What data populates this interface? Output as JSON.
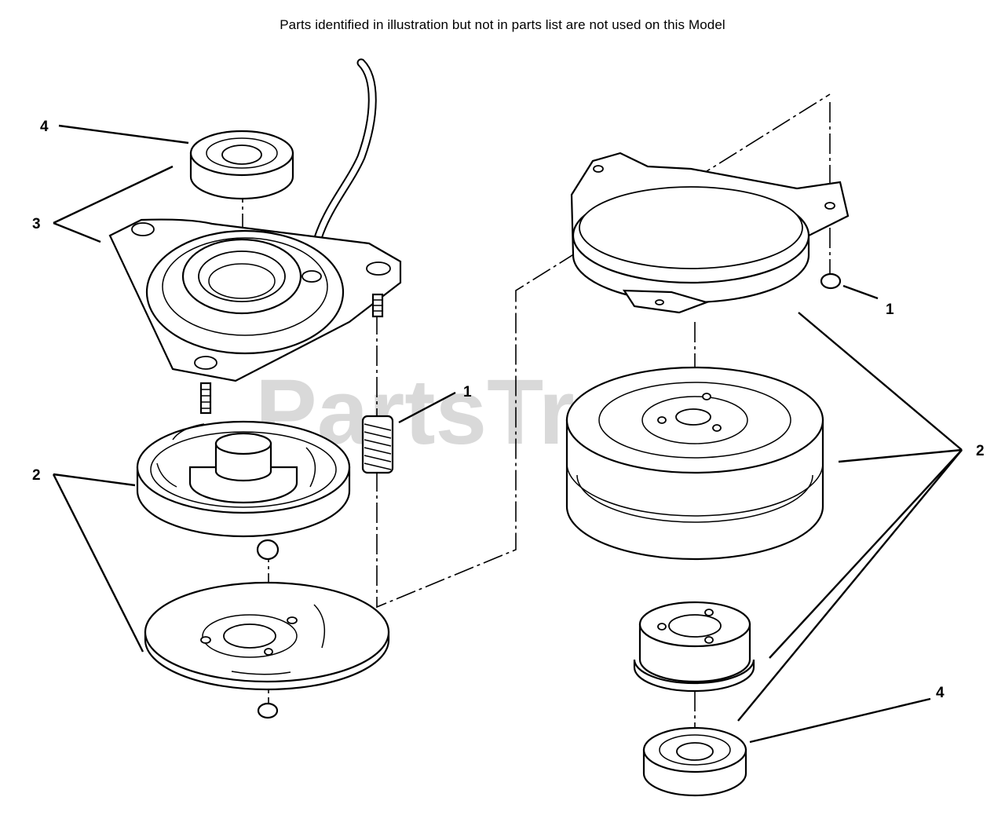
{
  "header_note": "Parts identified in illustration but not in parts list are not used on this Model",
  "watermark": {
    "text": "PartsTree",
    "trademark": "™"
  },
  "callouts": [
    {
      "id": "left-4",
      "text": "4"
    },
    {
      "id": "left-3",
      "text": "3"
    },
    {
      "id": "left-2",
      "text": "2"
    },
    {
      "id": "center-1",
      "text": "1"
    },
    {
      "id": "right-1",
      "text": "1"
    },
    {
      "id": "right-2",
      "text": "2"
    },
    {
      "id": "right-4",
      "text": "4"
    }
  ]
}
